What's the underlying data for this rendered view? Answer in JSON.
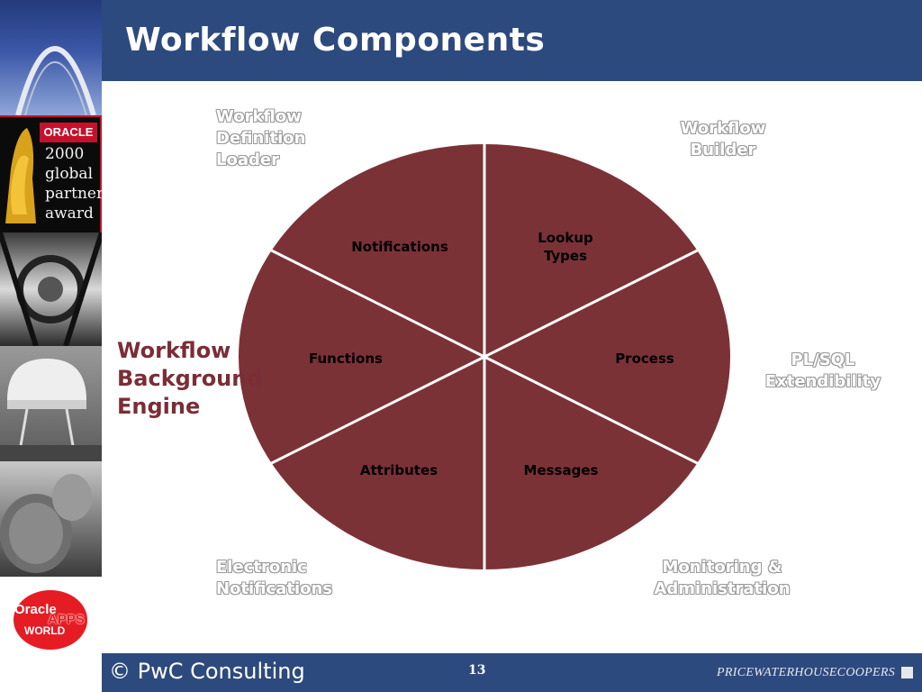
{
  "slide": {
    "title": "Workflow Components",
    "footer": {
      "copyright": "© PwC Consulting",
      "page_number": "13",
      "brand": "PRICEWATERHOUSECOOPERS"
    }
  },
  "sidebar": {
    "award": {
      "brand": "ORACLE",
      "lines": [
        "2000",
        "global",
        "partner",
        "award"
      ]
    }
  },
  "logo": {
    "line1": "Oracle",
    "line2": "APPS",
    "line3": "WORLD"
  },
  "diagram": {
    "center_label": [
      "Workflow",
      "Background",
      "Engine"
    ],
    "segments": [
      {
        "label": [
          "Lookup",
          "Types"
        ]
      },
      {
        "label": [
          "Process"
        ]
      },
      {
        "label": [
          "Messages"
        ]
      },
      {
        "label": [
          "Attributes"
        ]
      },
      {
        "label": [
          "Functions"
        ]
      },
      {
        "label": [
          "Notifications"
        ]
      }
    ],
    "outer_labels": [
      {
        "lines": [
          "Workflow",
          "Definition",
          "Loader"
        ]
      },
      {
        "lines": [
          "Workflow",
          "Builder"
        ]
      },
      {
        "lines": [
          "PL/SQL",
          "Extendibility"
        ]
      },
      {
        "lines": [
          "Electronic",
          "Notifications"
        ]
      },
      {
        "lines": [
          "Monitoring &",
          "Administration"
        ]
      }
    ],
    "colors": {
      "pie_fill": "#7b3236",
      "divider": "#ffffff",
      "engine_text": "#7b2d36",
      "header_bg": "#2d4a7e"
    }
  }
}
